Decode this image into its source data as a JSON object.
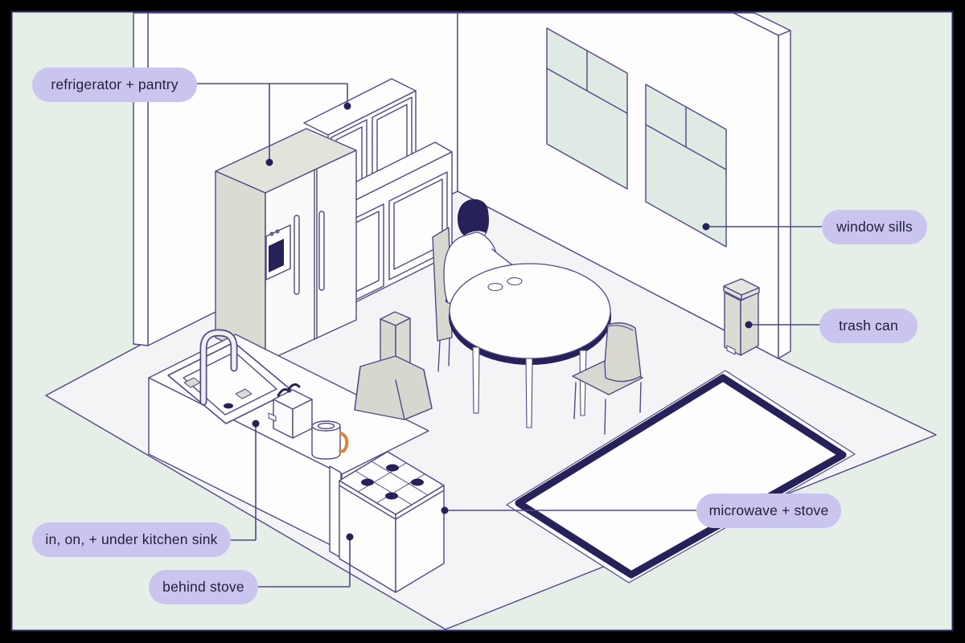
{
  "callouts": {
    "refrigerator_pantry": {
      "label": "refrigerator + pantry"
    },
    "window_sills": {
      "label": "window sills"
    },
    "trash_can": {
      "label": "trash can"
    },
    "microwave_stove": {
      "label": "microwave + stove"
    },
    "kitchen_sink": {
      "label": "in, on, + under kitchen sink"
    },
    "behind_stove": {
      "label": "behind stove"
    }
  },
  "colors": {
    "frame": "#000000",
    "background_mint": "#e6eee8",
    "inner_border": "#2d295e",
    "outline": "#4f4985",
    "accent_dark_navy": "#27215a",
    "floor": "#f4f4f6",
    "wall_white": "#fdfdfe",
    "furniture_beige": "#dcdbd3",
    "window_glass": "#e0eae4",
    "label_background": "#c9c5ee",
    "label_text": "#211e38",
    "kettle_handle_orange": "#e08540"
  }
}
